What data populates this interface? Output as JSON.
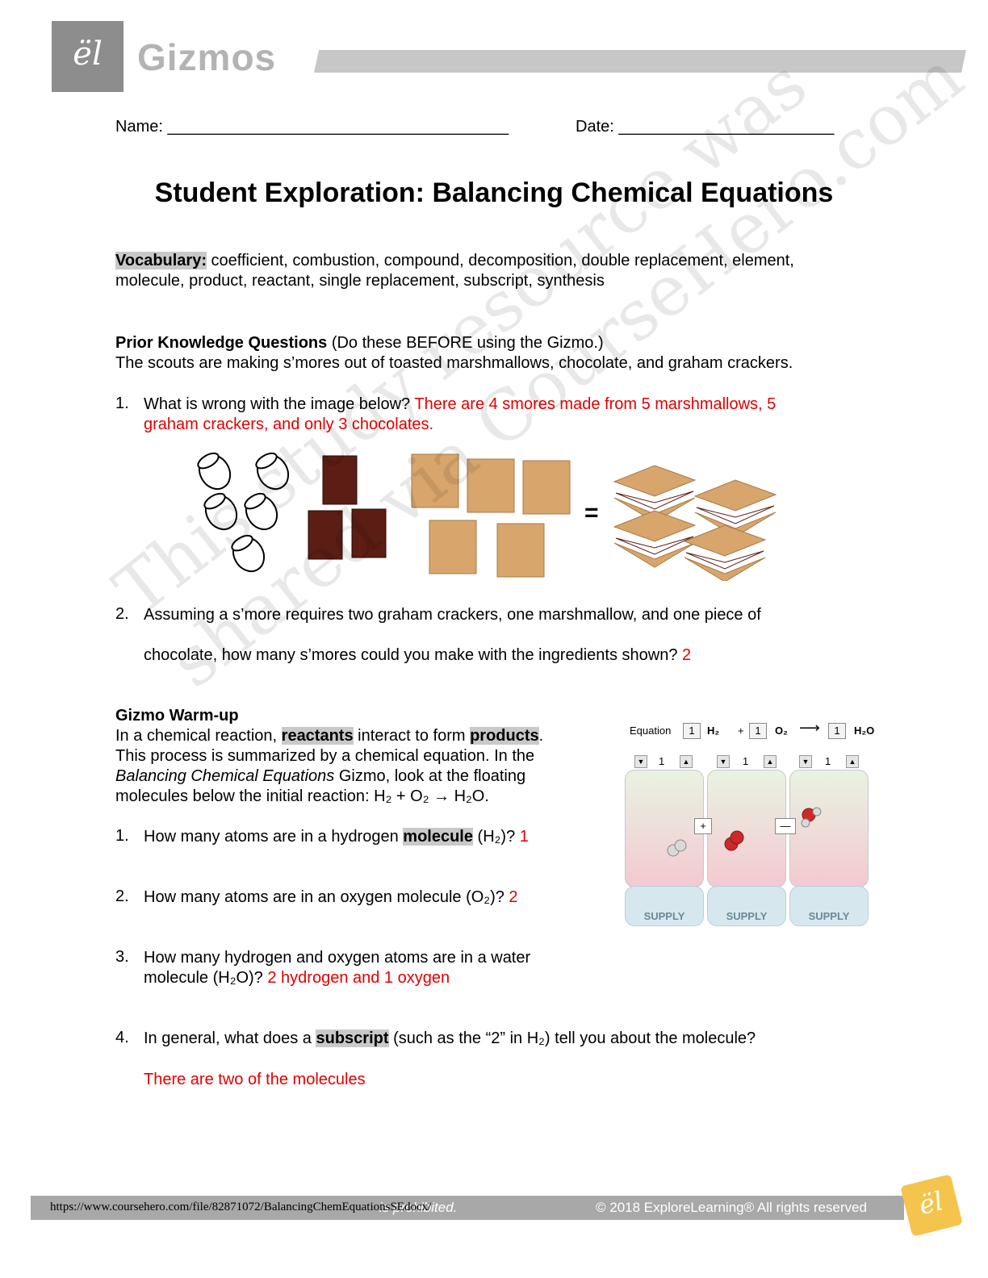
{
  "header": {
    "brand": "Gizmos",
    "logo_text": "ël"
  },
  "form": {
    "name_label": "Name: ______________________________________",
    "date_label": "Date: ________________________"
  },
  "title": "Student Exploration: Balancing Chemical Equations",
  "vocabulary": {
    "label": "Vocabulary:",
    "line1": " coefficient, combustion, compound, decomposition, double replacement, element,",
    "line2": "molecule, product, reactant, single replacement, subscript, synthesis"
  },
  "prior": {
    "heading": "Prior Knowledge Questions",
    "heading_note": " (Do these BEFORE using the Gizmo.)",
    "intro": "The scouts are making s’mores out of toasted marshmallows, chocolate, and graham crackers.",
    "q1_num": "1.",
    "q1_text": "What is wrong with the image below? ",
    "q1_answer_a": "There are 4 smores made from 5 marshmallows, 5",
    "q1_answer_b": "graham crackers, and only 3 chocolates.",
    "equals": "=",
    "q2_num": "2.",
    "q2_line1": "Assuming a s’more requires two graham crackers, one marshmallow, and one piece of",
    "q2_line2": "chocolate, how many s’mores could you make with the ingredients shown? ",
    "q2_answer": "2"
  },
  "warmup": {
    "heading": "Gizmo Warm-up",
    "p1a": "In a chemical reaction, ",
    "reactants": "reactants",
    "p1b": " interact to form ",
    "products": "products",
    "p1c": ".",
    "p2": "This process is summarized by a chemical equation. In the",
    "p3_italic": "Balancing Chemical Equations",
    "p3_rest": " Gizmo, look at the floating",
    "p4": "molecules below the initial reaction: H₂ + O₂ → H₂O.",
    "q1_num": "1.",
    "q1_a": "How many atoms are in a hydrogen ",
    "q1_hl": "molecule",
    "q1_b": " (H₂)? ",
    "q1_answer": "1",
    "q2_num": "2.",
    "q2_text": "How many atoms are in an oxygen molecule (O₂)? ",
    "q2_answer": "2",
    "q3_num": "3.",
    "q3_line1": "How many hydrogen and oxygen atoms are in a water",
    "q3_line2": "molecule (H₂O)? ",
    "q3_answer": "2 hydrogen and 1 oxygen",
    "q4_num": "4.",
    "q4_a": "In general, what does a ",
    "q4_hl": "subscript",
    "q4_b": " (such as the “2” in H₂) tell you about the molecule?",
    "q4_answer": "There are two of the molecules"
  },
  "gizmo": {
    "equation_label": "Equation",
    "coef1": "1",
    "mol1": "H₂",
    "plus": "+",
    "coef2": "1",
    "mol2": "O₂",
    "coef3": "1",
    "mol3": "H₂O",
    "count1": "1",
    "count2": "1",
    "count3": "1",
    "plus_btn": "+",
    "arrow_btn": "—",
    "supply": "SUPPLY",
    "colors": {
      "hydrogen": "#d9d9d9",
      "oxygen": "#cc2a2a"
    }
  },
  "watermark": {
    "line1": "This study resource was",
    "line2": "shared via CourseHero.com"
  },
  "footer": {
    "url": "https://www.coursehero.com/file/82871072/BalancingChemEquationsSEdocx/",
    "ghost": "is prohibited.",
    "copyright": "© 2018 ExploreLearning® All rights reserved",
    "corner_logo": "ël"
  }
}
